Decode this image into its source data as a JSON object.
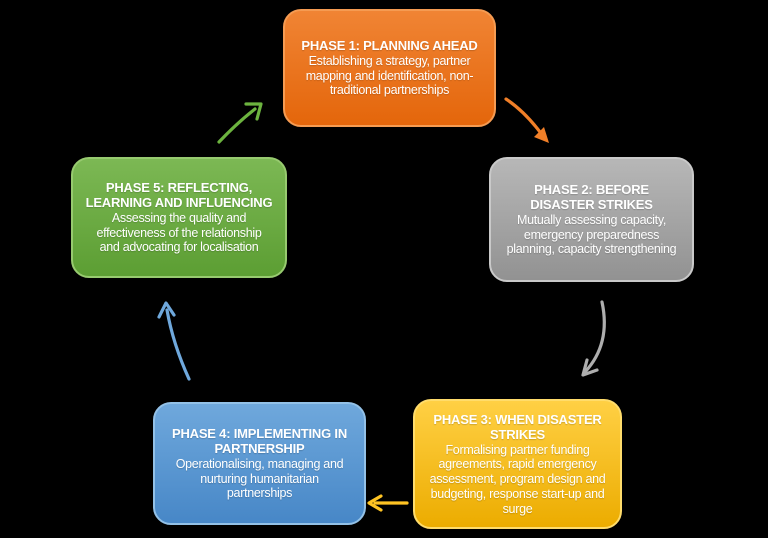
{
  "background_color": "#000000",
  "text_color": "#FFFFFF",
  "diagram_type": "cycle",
  "phases": [
    {
      "id": "phase-1",
      "title": "PHASE 1: PLANNING AHEAD",
      "description": "Establishing a strategy, partner mapping and identification, non-traditional partnerships",
      "colors": {
        "top": "#F08434",
        "bottom": "#E4660B",
        "border": "#F59B52",
        "arrow": "#F07F28"
      }
    },
    {
      "id": "phase-2",
      "title": "PHASE 2: BEFORE DISASTER STRIKES",
      "description": "Mutually assessing capacity, emergency preparedness planning, capacity strengthening",
      "colors": {
        "top": "#B7B7B7",
        "bottom": "#929292",
        "border": "#C9C9C9",
        "arrow": "#AEAEAE"
      }
    },
    {
      "id": "phase-3",
      "title": "PHASE 3: WHEN DISASTER STRIKES",
      "description": "Formalising partner funding agreements, rapid emergency assessment, program design and budgeting, response start-up and surge",
      "colors": {
        "top": "#FFD044",
        "bottom": "#ECAC00",
        "border": "#FFDC6B",
        "arrow": "#FFC423"
      }
    },
    {
      "id": "phase-4",
      "title": "PHASE 4: IMPLEMENTING IN PARTNERSHIP",
      "description": "Operationalising, managing and nurturing humanitarian partnerships",
      "colors": {
        "top": "#6FA8DC",
        "bottom": "#4787C7",
        "border": "#93C1E7",
        "arrow": "#6FA8DC"
      }
    },
    {
      "id": "phase-5",
      "title": "PHASE 5: REFLECTING, LEARNING AND INFLUENCING",
      "description": "Assessing the quality and effectiveness of the relationship and advocating for localisation",
      "colors": {
        "top": "#7CB854",
        "bottom": "#5C9E33",
        "border": "#97CA6F",
        "arrow": "#6CB33F"
      }
    }
  ],
  "arrows": [
    {
      "from": "phase-1",
      "to": "phase-2"
    },
    {
      "from": "phase-2",
      "to": "phase-3"
    },
    {
      "from": "phase-3",
      "to": "phase-4"
    },
    {
      "from": "phase-4",
      "to": "phase-5"
    },
    {
      "from": "phase-5",
      "to": "phase-1"
    }
  ]
}
